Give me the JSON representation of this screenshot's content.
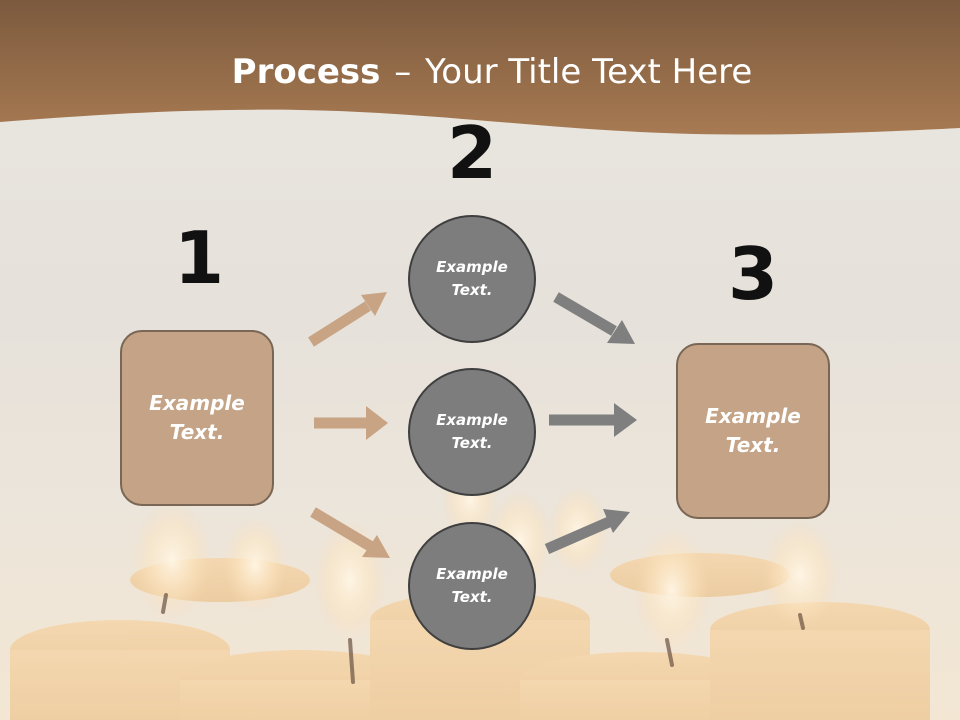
{
  "title": {
    "bold": "Process",
    "separator": "–",
    "rest": "Your Title Text Here"
  },
  "steps": [
    {
      "number": "1",
      "text": "Example\nText."
    },
    {
      "number": "2",
      "items": [
        {
          "text": "Example\nText."
        },
        {
          "text": "Example\nText."
        },
        {
          "text": "Example\nText."
        }
      ]
    },
    {
      "number": "3",
      "text": "Example\nText."
    }
  ],
  "colors": {
    "banner": "#9c6e45",
    "box_fill": "#c4a386",
    "circle_fill": "#7d7d7d",
    "arrow_tan": "#c8a384",
    "arrow_gray": "#7f7f7f"
  }
}
